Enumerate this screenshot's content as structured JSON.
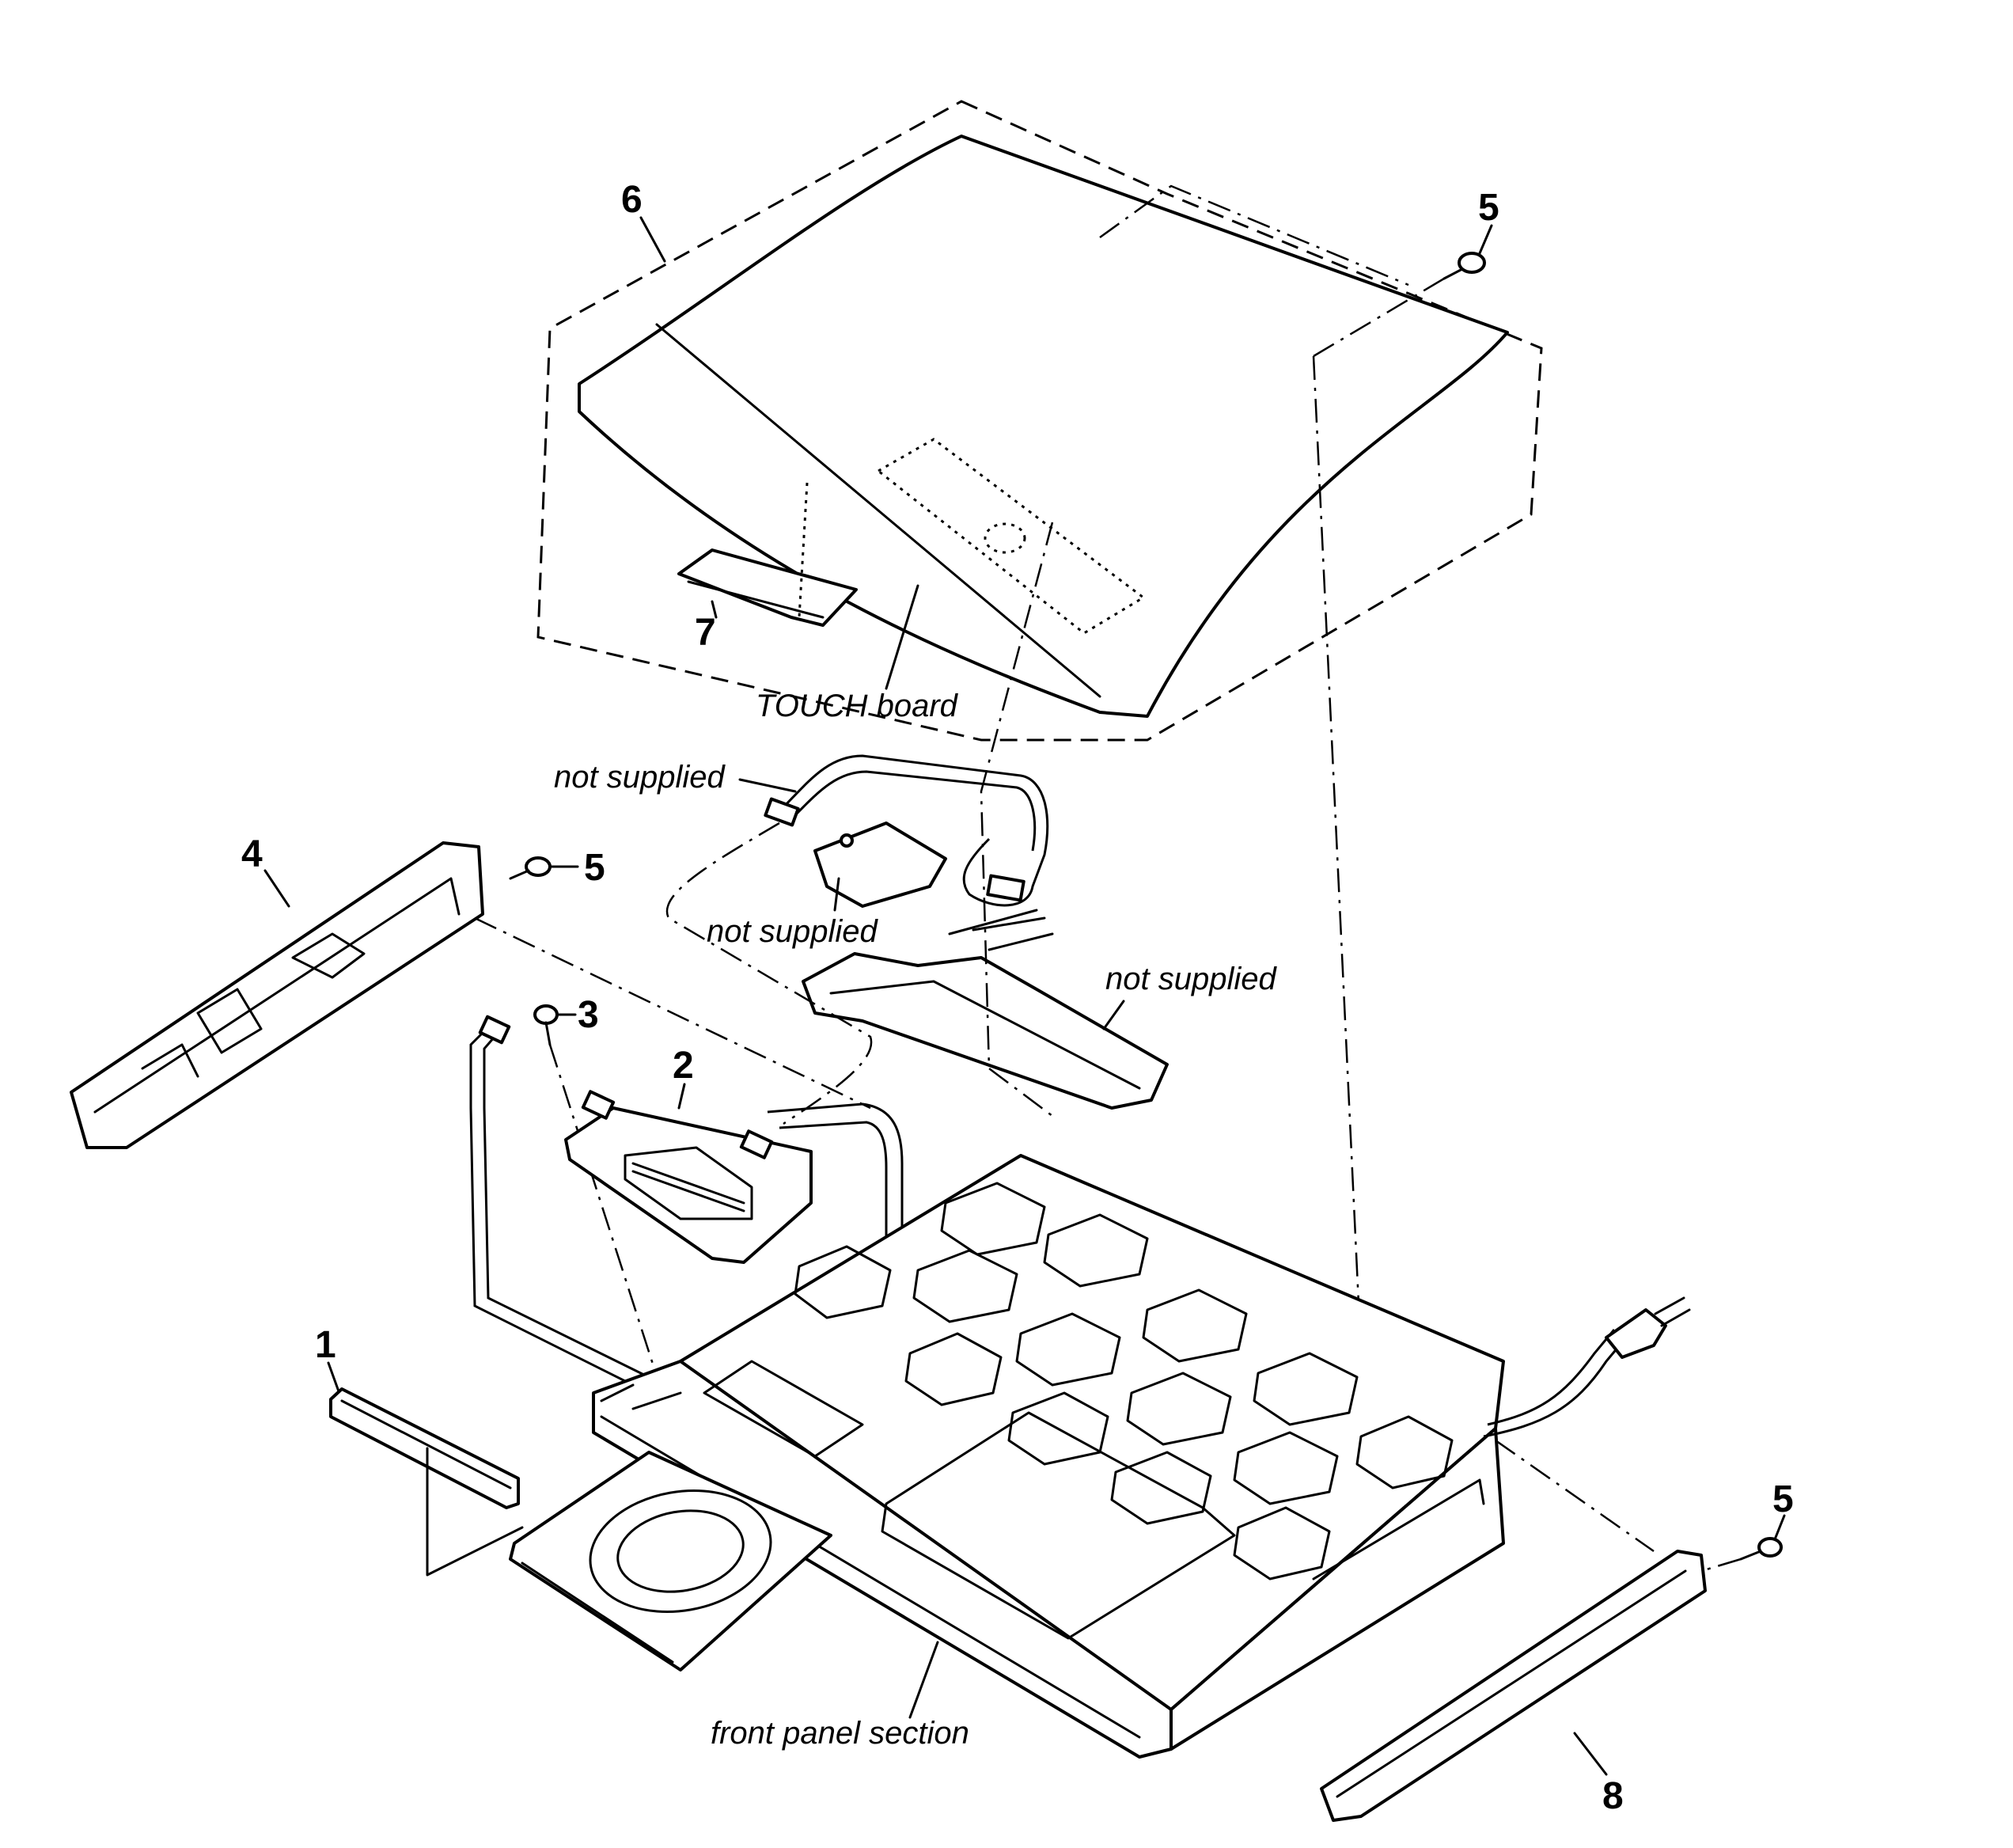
{
  "callouts": {
    "n1": "1",
    "n2": "2",
    "n3": "3",
    "n4": "4",
    "n5_top": "5",
    "n5_left": "5",
    "n5_right": "5",
    "n6": "6",
    "n7": "7",
    "n8": "8"
  },
  "labels": {
    "touch_board": "TOUCH board",
    "not_supplied_cable": "not supplied",
    "not_supplied_bracket": "not supplied",
    "not_supplied_board": "not supplied",
    "front_panel_section": "front panel section"
  }
}
